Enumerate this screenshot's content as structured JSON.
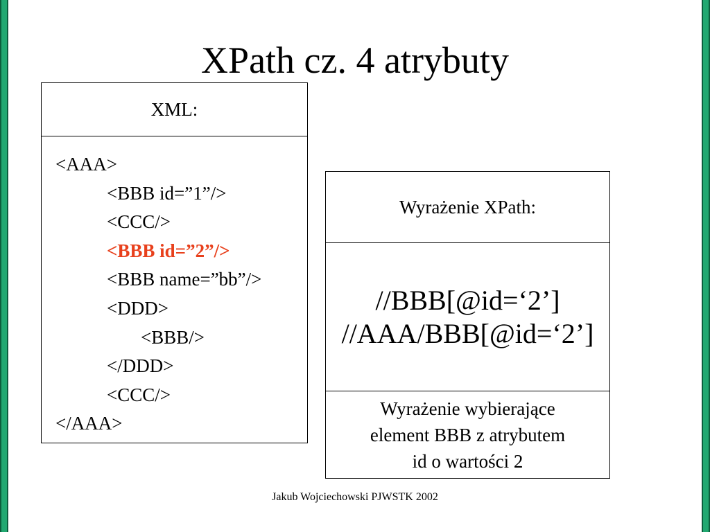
{
  "title": "XPath cz. 4 atrybuty",
  "xml_box": {
    "header": "XML:",
    "lines": [
      {
        "text": "<AAA>",
        "level": 0,
        "highlight": false
      },
      {
        "text": "<BBB id=”1”/>",
        "level": 1,
        "highlight": false
      },
      {
        "text": "<CCC/>",
        "level": 1,
        "highlight": false
      },
      {
        "text": "<BBB id=”2”/>",
        "level": 1,
        "highlight": true
      },
      {
        "text": "<BBB name=”bb”/>",
        "level": 1,
        "highlight": false
      },
      {
        "text": "<DDD>",
        "level": 1,
        "highlight": false
      },
      {
        "text": "<BBB/>",
        "level": 2,
        "highlight": false
      },
      {
        "text": "</DDD>",
        "level": 1,
        "highlight": false
      },
      {
        "text": "<CCC/>",
        "level": 1,
        "highlight": false
      },
      {
        "text": "</AAA>",
        "level": 0,
        "highlight": false
      }
    ]
  },
  "xpath_box": {
    "header": "Wyrażenie XPath:",
    "expressions": [
      "//BBB[@id=‘2’]",
      "//AAA/BBB[@id=‘2’]"
    ],
    "description": [
      "Wyrażenie wybierające",
      "element BBB z atrybutem",
      "id o wartości 2"
    ]
  },
  "footer": "Jakub Wojciechowski PJWSTK 2002",
  "colors": {
    "side_bar": "#20a870",
    "highlight": "#e8401c"
  }
}
